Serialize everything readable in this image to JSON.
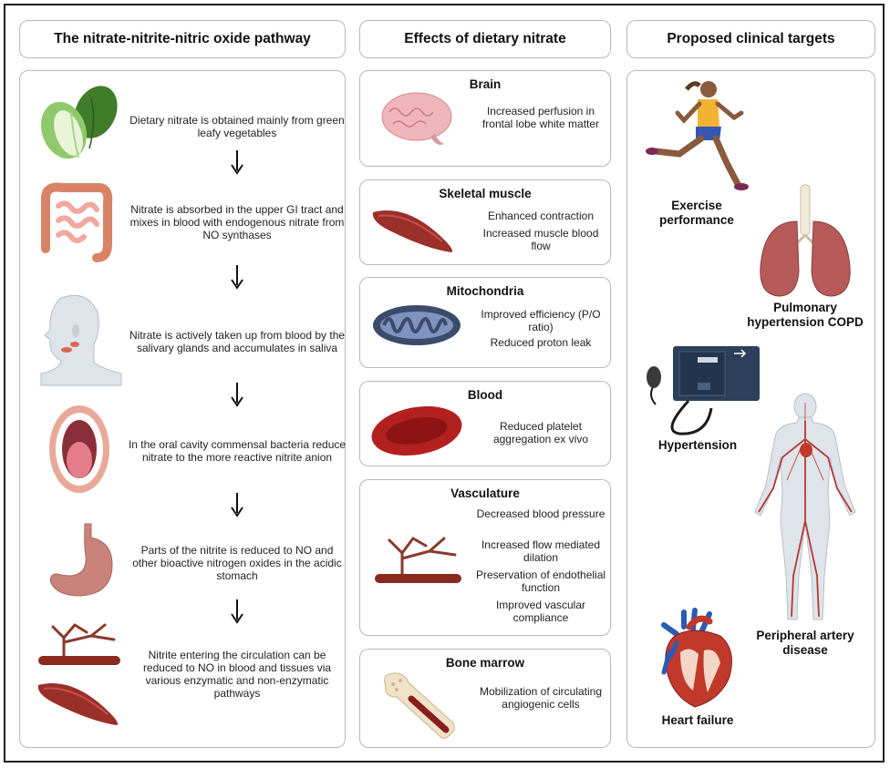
{
  "headers": {
    "pathway": "The nitrate-nitrite-nitric oxide pathway",
    "effects": "Effects of dietary nitrate",
    "targets": "Proposed clinical targets"
  },
  "pathway_steps": [
    "Dietary nitrate is obtained mainly from green leafy vegetables",
    "Nitrate is absorbed in the upper GI tract and mixes in blood with endogenous nitrate from NO synthases",
    "Nitrate is actively taken up from blood by the salivary glands and accumulates in saliva",
    "In the oral cavity commensal bacteria reduce nitrate to the more reactive nitrite anion",
    "Parts of the nitrite is reduced to NO and other bioactive nitrogen oxides in the acidic stomach",
    "Nitrite entering the circulation can be reduced to NO in blood and tissues via various enzymatic and non-enzymatic pathways"
  ],
  "effects": [
    {
      "title": "Brain",
      "lines": [
        "Increased perfusion in frontal lobe white matter"
      ]
    },
    {
      "title": "Skeletal muscle",
      "lines": [
        "Enhanced contraction",
        "Increased muscle blood flow"
      ]
    },
    {
      "title": "Mitochondria",
      "lines": [
        "Improved efficiency (P/O ratio)",
        "Reduced proton leak"
      ]
    },
    {
      "title": "Blood",
      "lines": [
        "Reduced platelet aggregation ex vivo"
      ]
    },
    {
      "title": "Vasculature",
      "lines": [
        "Decreased blood pressure",
        "Increased flow mediated dilation",
        "Preservation of endothelial function",
        "Improved vascular compliance"
      ]
    },
    {
      "title": "Bone marrow",
      "lines": [
        "Mobilization of circulating angiogenic cells"
      ]
    }
  ],
  "targets": {
    "exercise": "Exercise performance",
    "pulmonary": "Pulmonary hypertension COPD",
    "hypertension": "Hypertension",
    "pad": "Peripheral artery disease",
    "heart_failure": "Heart failure"
  }
}
